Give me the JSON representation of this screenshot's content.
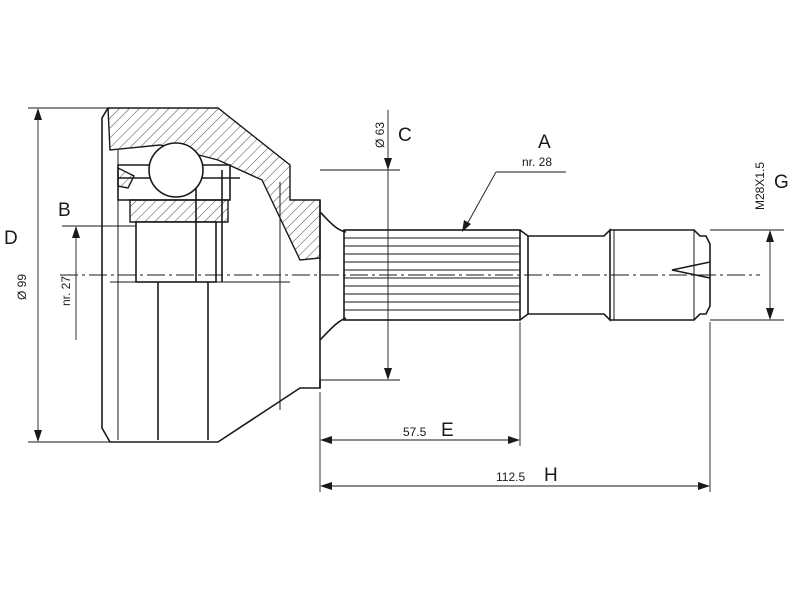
{
  "labels": {
    "A": "A",
    "A_sub": "nr. 28",
    "B": "B",
    "B_sub": "nr. 27",
    "C": "C",
    "C_val": "Ø 63",
    "D": "D",
    "D_val": "Ø 99",
    "E": "E",
    "E_val": "57.5",
    "H": "H",
    "H_val": "112.5",
    "G": "G",
    "G_val": "M28X1.5"
  }
}
